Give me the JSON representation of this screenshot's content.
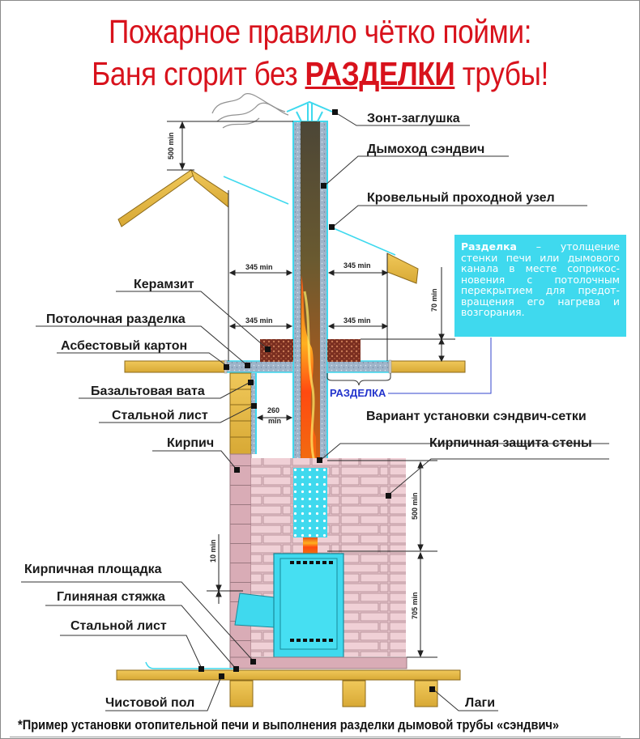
{
  "title": {
    "line1": "Пожарное правило чётко пойми:",
    "line2_prefix": "Баня сгорит без ",
    "line2_emphasis": "РАЗДЕЛКИ",
    "line2_suffix": " трубы!",
    "color": "#d8121c"
  },
  "labels": {
    "umbrella_cap": "Зонт-заглушка",
    "sandwich_chimney": "Дымоход сэндвич",
    "roof_passage": "Кровельный проходной узел",
    "expanded_clay": "Керамзит",
    "ceiling_cut": "Потолочная разделка",
    "asbestos_board": "Асбестовый картон",
    "basalt_wool": "Базальтовая вата",
    "steel_sheet_wall": "Стальной лист",
    "brick": "Кирпич",
    "mesh_variant": "Вариант установки сэндвич-сетки",
    "brick_wall_protection": "Кирпичная защита стены",
    "brick_platform": "Кирпичная площадка",
    "clay_screed": "Глиняная стяжка",
    "steel_sheet_floor": "Стальной лист",
    "finish_floor": "Чистовой пол",
    "joists": "Лаги",
    "razdelka_bracket": "РАЗДЕЛКА"
  },
  "dimensions": {
    "above_roof": "500 min",
    "roof_left": "345 min",
    "roof_right": "345 min",
    "ceiling_left": "345 min",
    "ceiling_right": "345 min",
    "ceiling_height": "70 min",
    "wall_gap_value": "260",
    "wall_gap_unit": "min",
    "brick_gap": "10 min",
    "mesh_height": "500 min",
    "stove_height": "705 min"
  },
  "note": {
    "term": "Разделка",
    "definition": " – утолщение стенки печи или дымового канала в месте соприкос­новения с потолочным перекрытием для предот­вращения его нагрева и возгорания.",
    "background": "#3fd9ee"
  },
  "footer": "*Пример установки отопительной печи и выполнения разделки дымовой трубы «сэндвич»",
  "colors": {
    "wood": "#e2b640",
    "brick": "#ecc9d0",
    "brick_dark": "#d6a8b2",
    "steel": "#3fe0f0",
    "insulation": "#9db3c8",
    "clay": "#8a3a2a",
    "razdelka_text": "#2233cc"
  }
}
